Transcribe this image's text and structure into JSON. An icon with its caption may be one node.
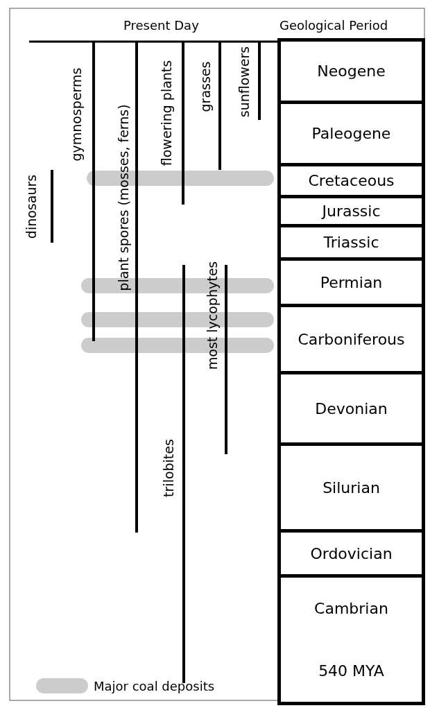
{
  "diagram": {
    "nodes": [
      {
        "text": [
          "Neogene"
        ]
      },
      {
        "text": [
          "Paleogene"
        ]
      },
      {
        "text": [
          "Cretaceous"
        ]
      },
      {
        "text": [
          "Jurassic"
        ]
      },
      {
        "text": [
          "Triassic"
        ]
      },
      {
        "text": [
          "Permian"
        ]
      },
      {
        "text": [
          "Carboniferous"
        ]
      },
      {
        "text": [
          "Devonian"
        ]
      },
      {
        "text": [
          "Silurian"
        ]
      },
      {
        "text": [
          "Ordovician"
        ]
      },
      {
        "text": [
          "Cambrian",
          "540 MYA"
        ]
      }
    ],
    "labels": [
      "Present Day",
      "Geological Period",
      "dinosaurs",
      "gymnosperms",
      "plant spores (mosses, ferns)",
      "flowering plants",
      "grasses",
      "sunflowers",
      "most lycophytes",
      "trilobites"
    ],
    "legend": [
      {
        "text": "Major coal deposits",
        "color": "#cccccc"
      }
    ]
  }
}
